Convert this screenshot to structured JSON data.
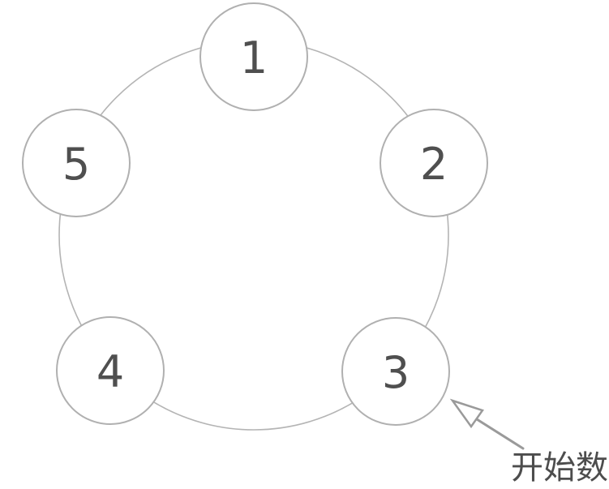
{
  "diagram": {
    "type": "circular-counting-ring",
    "nodes": [
      {
        "label": "1"
      },
      {
        "label": "2"
      },
      {
        "label": "3"
      },
      {
        "label": "4"
      },
      {
        "label": "5"
      }
    ],
    "annotation": {
      "label": "开始数",
      "points_to_node": "3"
    }
  },
  "colors": {
    "background": "#ffffff",
    "ring_stroke": "#b4b4b4",
    "node_stroke": "#b0b0b0",
    "node_fill": "#ffffff",
    "number_color": "#4f4f4f",
    "arrow_color": "#9a9a9a",
    "annotation_color": "#4d4d4d"
  }
}
